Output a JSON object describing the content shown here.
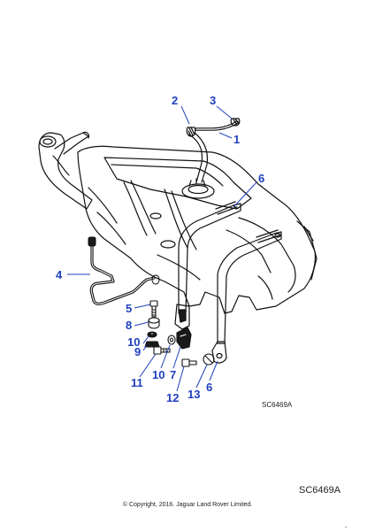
{
  "diagram": {
    "reference_code_small": "SC6469A",
    "reference_code_large": "SC6469A",
    "copyright": "© Copyright, 2016. Jaguar Land Rover Limited.",
    "callouts": [
      {
        "id": "c1",
        "label": "1"
      },
      {
        "id": "c2",
        "label": "2"
      },
      {
        "id": "c3",
        "label": "3"
      },
      {
        "id": "c4",
        "label": "4"
      },
      {
        "id": "c5",
        "label": "5"
      },
      {
        "id": "c6a",
        "label": "6"
      },
      {
        "id": "c6b",
        "label": "6"
      },
      {
        "id": "c7",
        "label": "7"
      },
      {
        "id": "c8",
        "label": "8"
      },
      {
        "id": "c9",
        "label": "9"
      },
      {
        "id": "c10a",
        "label": "10"
      },
      {
        "id": "c10b",
        "label": "10"
      },
      {
        "id": "c11",
        "label": "11"
      },
      {
        "id": "c12",
        "label": "12"
      },
      {
        "id": "c13",
        "label": "13"
      }
    ],
    "colors": {
      "callout": "#1f3fbf",
      "line_art": "#111111"
    }
  }
}
